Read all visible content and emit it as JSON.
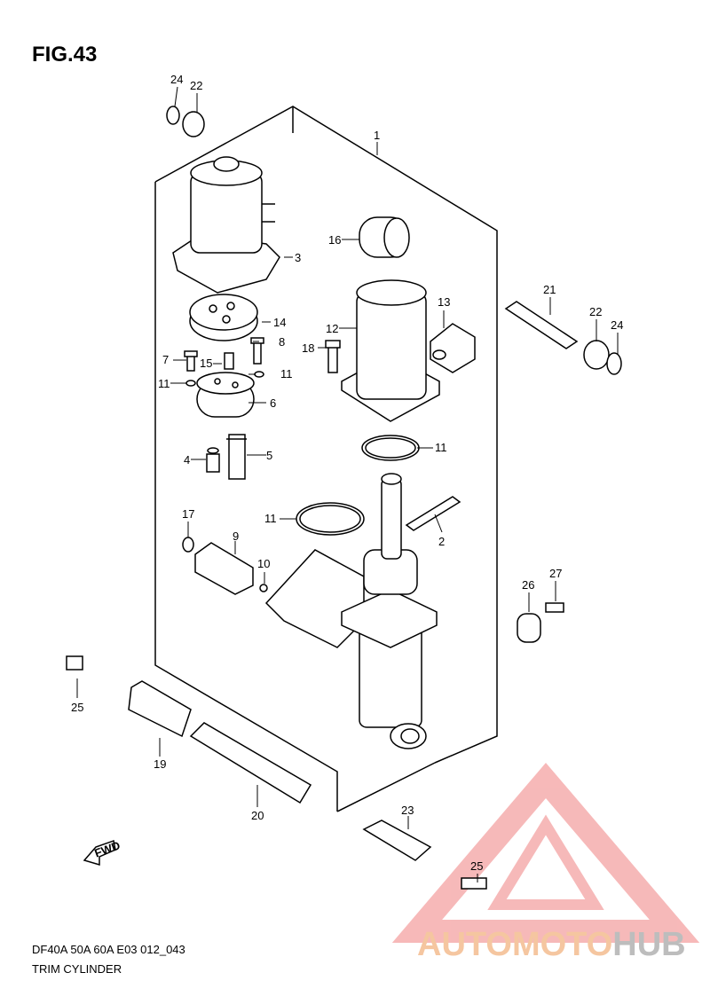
{
  "figure": {
    "title": "FIG.43"
  },
  "callouts": {
    "c1": "1",
    "c2": "2",
    "c3": "3",
    "c4": "4",
    "c5": "5",
    "c6": "6",
    "c7": "7",
    "c8": "8",
    "c9": "9",
    "c10": "10",
    "c11a": "11",
    "c11b": "11",
    "c11c": "11",
    "c11d": "11",
    "c12": "12",
    "c13": "13",
    "c14": "14",
    "c15": "15",
    "c16": "16",
    "c17": "17",
    "c18": "18",
    "c19": "19",
    "c20": "20",
    "c21": "21",
    "c22a": "22",
    "c22b": "22",
    "c23": "23",
    "c24a": "24",
    "c24b": "24",
    "c25a": "25",
    "c25b": "25",
    "c26": "26",
    "c27": "27"
  },
  "fwd_label": "FWD",
  "footer": {
    "code": "DF40A 50A 60A E03 012_043",
    "name": "TRIM CYLINDER"
  },
  "watermark": {
    "part_a": "AUTOMOTO",
    "part_b": "HUB",
    "color_a": "#f5c6a0",
    "color_b": "#bdbdbd",
    "logo_color": "#f08080"
  }
}
